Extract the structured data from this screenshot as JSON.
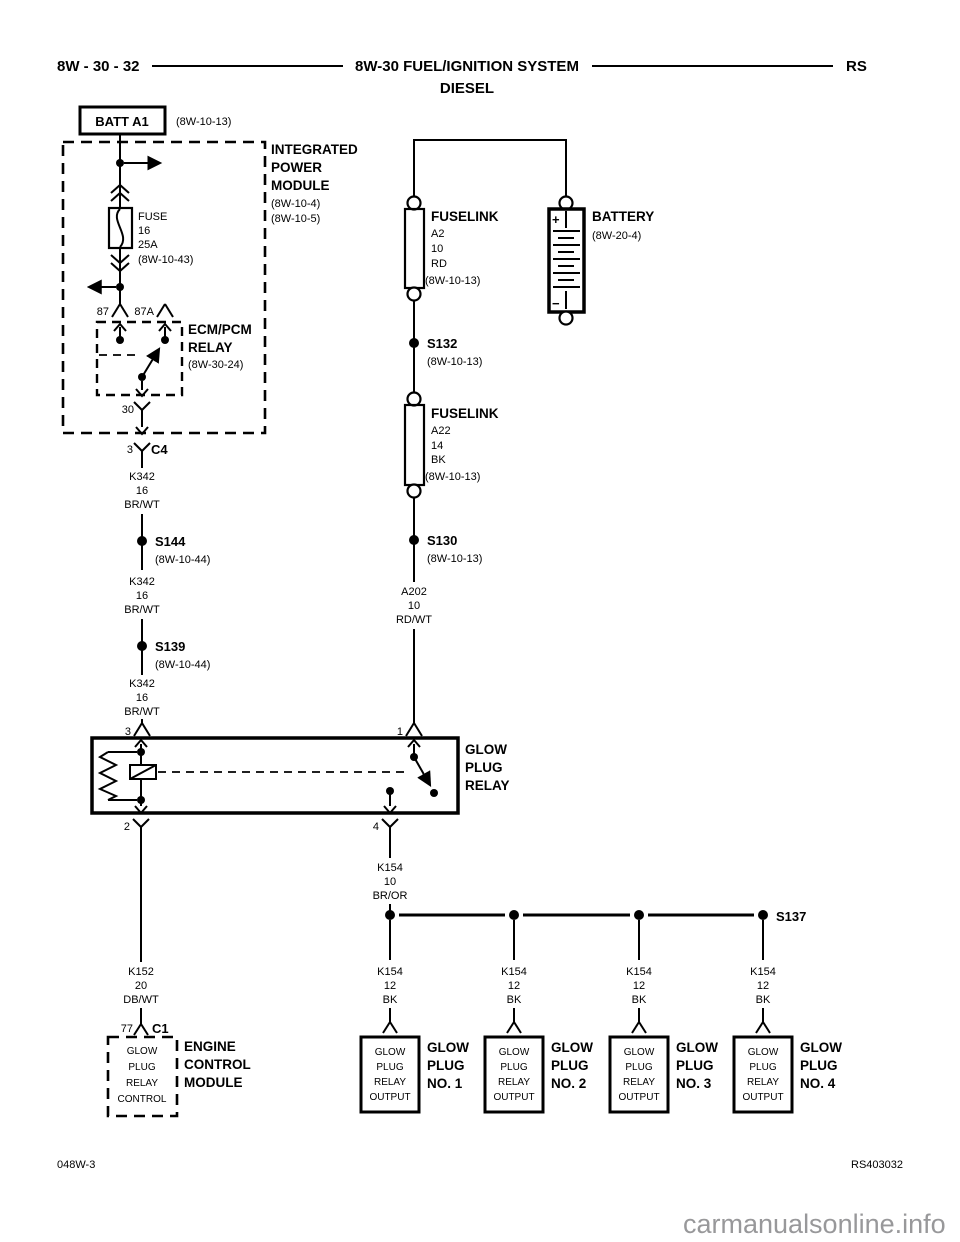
{
  "header": {
    "code": "8W - 30 - 32",
    "title": "8W-30 FUEL/IGNITION SYSTEM",
    "subtitle": "DIESEL",
    "region": "RS"
  },
  "footer": {
    "left": "048W-3",
    "right": "RS403032",
    "watermark": "carmanualsonline.info"
  },
  "colors": {
    "ink": "#000000",
    "paper": "#ffffff",
    "watermark": "#98989a"
  },
  "batt_feed": {
    "label": "BATT A1",
    "ref": "(8W-10-13)"
  },
  "ipm": {
    "name1": "INTEGRATED",
    "name2": "POWER",
    "name3": "MODULE",
    "ref1": "(8W-10-4)",
    "ref2": "(8W-10-5)"
  },
  "fuse": {
    "name": "FUSE",
    "num": "16",
    "rating": "25A",
    "ref": "(8W-10-43)"
  },
  "ecm_pcm_relay": {
    "name1": "ECM/PCM",
    "name2": "RELAY",
    "ref": "(8W-30-24)",
    "pin87": "87",
    "pin87a": "87A",
    "pin30": "30"
  },
  "c4": {
    "pin": "3",
    "name": "C4"
  },
  "k342": {
    "id": "K342",
    "gauge": "16",
    "color": "BR/WT"
  },
  "s144": {
    "name": "S144",
    "ref": "(8W-10-44)"
  },
  "s139": {
    "name": "S139",
    "ref": "(8W-10-44)"
  },
  "fuselink_a2": {
    "name": "FUSELINK",
    "id": "A2",
    "gauge": "10",
    "color": "RD",
    "ref": "(8W-10-13)"
  },
  "battery": {
    "name": "BATTERY",
    "ref": "(8W-20-4)",
    "plus": "+",
    "minus": "−"
  },
  "s132": {
    "name": "S132",
    "ref": "(8W-10-13)"
  },
  "fuselink_a22": {
    "name": "FUSELINK",
    "id": "A22",
    "gauge": "14",
    "color": "BK",
    "ref": "(8W-10-13)"
  },
  "s130": {
    "name": "S130",
    "ref": "(8W-10-13)"
  },
  "a202": {
    "id": "A202",
    "gauge": "10",
    "color": "RD/WT"
  },
  "glow_relay": {
    "name1": "GLOW",
    "name2": "PLUG",
    "name3": "RELAY",
    "pin1": "1",
    "pin2": "2",
    "pin3": "3",
    "pin4": "4"
  },
  "k154_feed": {
    "id": "K154",
    "gauge": "10",
    "color": "BR/OR"
  },
  "s137": {
    "name": "S137"
  },
  "k152": {
    "id": "K152",
    "gauge": "20",
    "color": "DB/WT"
  },
  "c1": {
    "pin": "77",
    "name": "C1"
  },
  "ecm": {
    "line1": "GLOW",
    "line2": "PLUG",
    "line3": "RELAY",
    "line4": "CONTROL",
    "name1": "ENGINE",
    "name2": "CONTROL",
    "name3": "MODULE"
  },
  "glow_plugs": [
    {
      "wire_id": "K154",
      "wire_gauge": "12",
      "wire_color": "BK",
      "box1": "GLOW",
      "box2": "PLUG",
      "box3": "RELAY",
      "box4": "OUTPUT",
      "name1": "GLOW",
      "name2": "PLUG",
      "name3": "NO. 1"
    },
    {
      "wire_id": "K154",
      "wire_gauge": "12",
      "wire_color": "BK",
      "box1": "GLOW",
      "box2": "PLUG",
      "box3": "RELAY",
      "box4": "OUTPUT",
      "name1": "GLOW",
      "name2": "PLUG",
      "name3": "NO. 2"
    },
    {
      "wire_id": "K154",
      "wire_gauge": "12",
      "wire_color": "BK",
      "box1": "GLOW",
      "box2": "PLUG",
      "box3": "RELAY",
      "box4": "OUTPUT",
      "name1": "GLOW",
      "name2": "PLUG",
      "name3": "NO. 3"
    },
    {
      "wire_id": "K154",
      "wire_gauge": "12",
      "wire_color": "BK",
      "box1": "GLOW",
      "box2": "PLUG",
      "box3": "RELAY",
      "box4": "OUTPUT",
      "name1": "GLOW",
      "name2": "PLUG",
      "name3": "NO. 4"
    }
  ]
}
